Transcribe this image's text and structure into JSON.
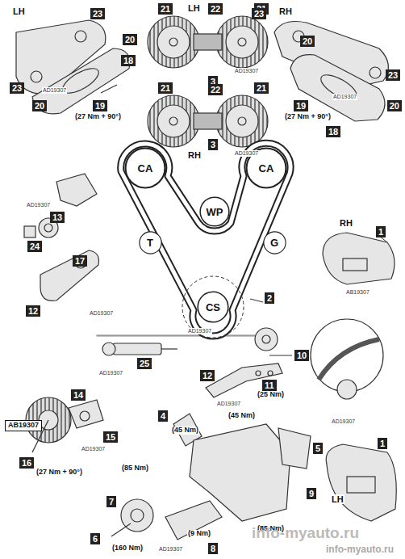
{
  "diagram": {
    "nodes": [
      {
        "text": [
          "CA"
        ]
      },
      {
        "text": [
          "CA"
        ]
      },
      {
        "text": [
          "WP"
        ]
      },
      {
        "text": [
          "T"
        ]
      },
      {
        "text": [
          "G"
        ]
      },
      {
        "text": [
          "CS"
        ]
      }
    ],
    "labels": [
      "LH",
      "23",
      "20",
      "18",
      "23",
      "20",
      "AD19307",
      "19",
      "(27 Nm + 90°)",
      "21",
      "LH",
      "22",
      "21",
      "AD19307",
      "3",
      "21",
      "22",
      "21",
      "RH",
      "AD19307",
      "3",
      "23",
      "RH",
      "23",
      "20",
      "19",
      "AD19307",
      "18",
      "(27 Nm + 90°)",
      "20",
      "13",
      "AD19307",
      "24",
      "17",
      "12",
      "AD19307",
      "1",
      "RH",
      "AB19307",
      "2",
      "AD19307",
      "25",
      "AD19307",
      "10",
      "12",
      "AD19307",
      "11",
      "(25 Nm)",
      "AD19307",
      "14",
      "15",
      "AD19307",
      "16",
      "(27 Nm + 90°)",
      "AB19307",
      "4",
      "(45 Nm)",
      "(45 Nm)",
      "5",
      "(85 Nm)",
      "9",
      "(85 Nm)",
      "7",
      "6",
      "(160 Nm)",
      "AD19307",
      "(9 Nm)",
      "8",
      "1",
      "LH",
      "info-myauto.ru",
      "info-myauto.ru"
    ]
  }
}
